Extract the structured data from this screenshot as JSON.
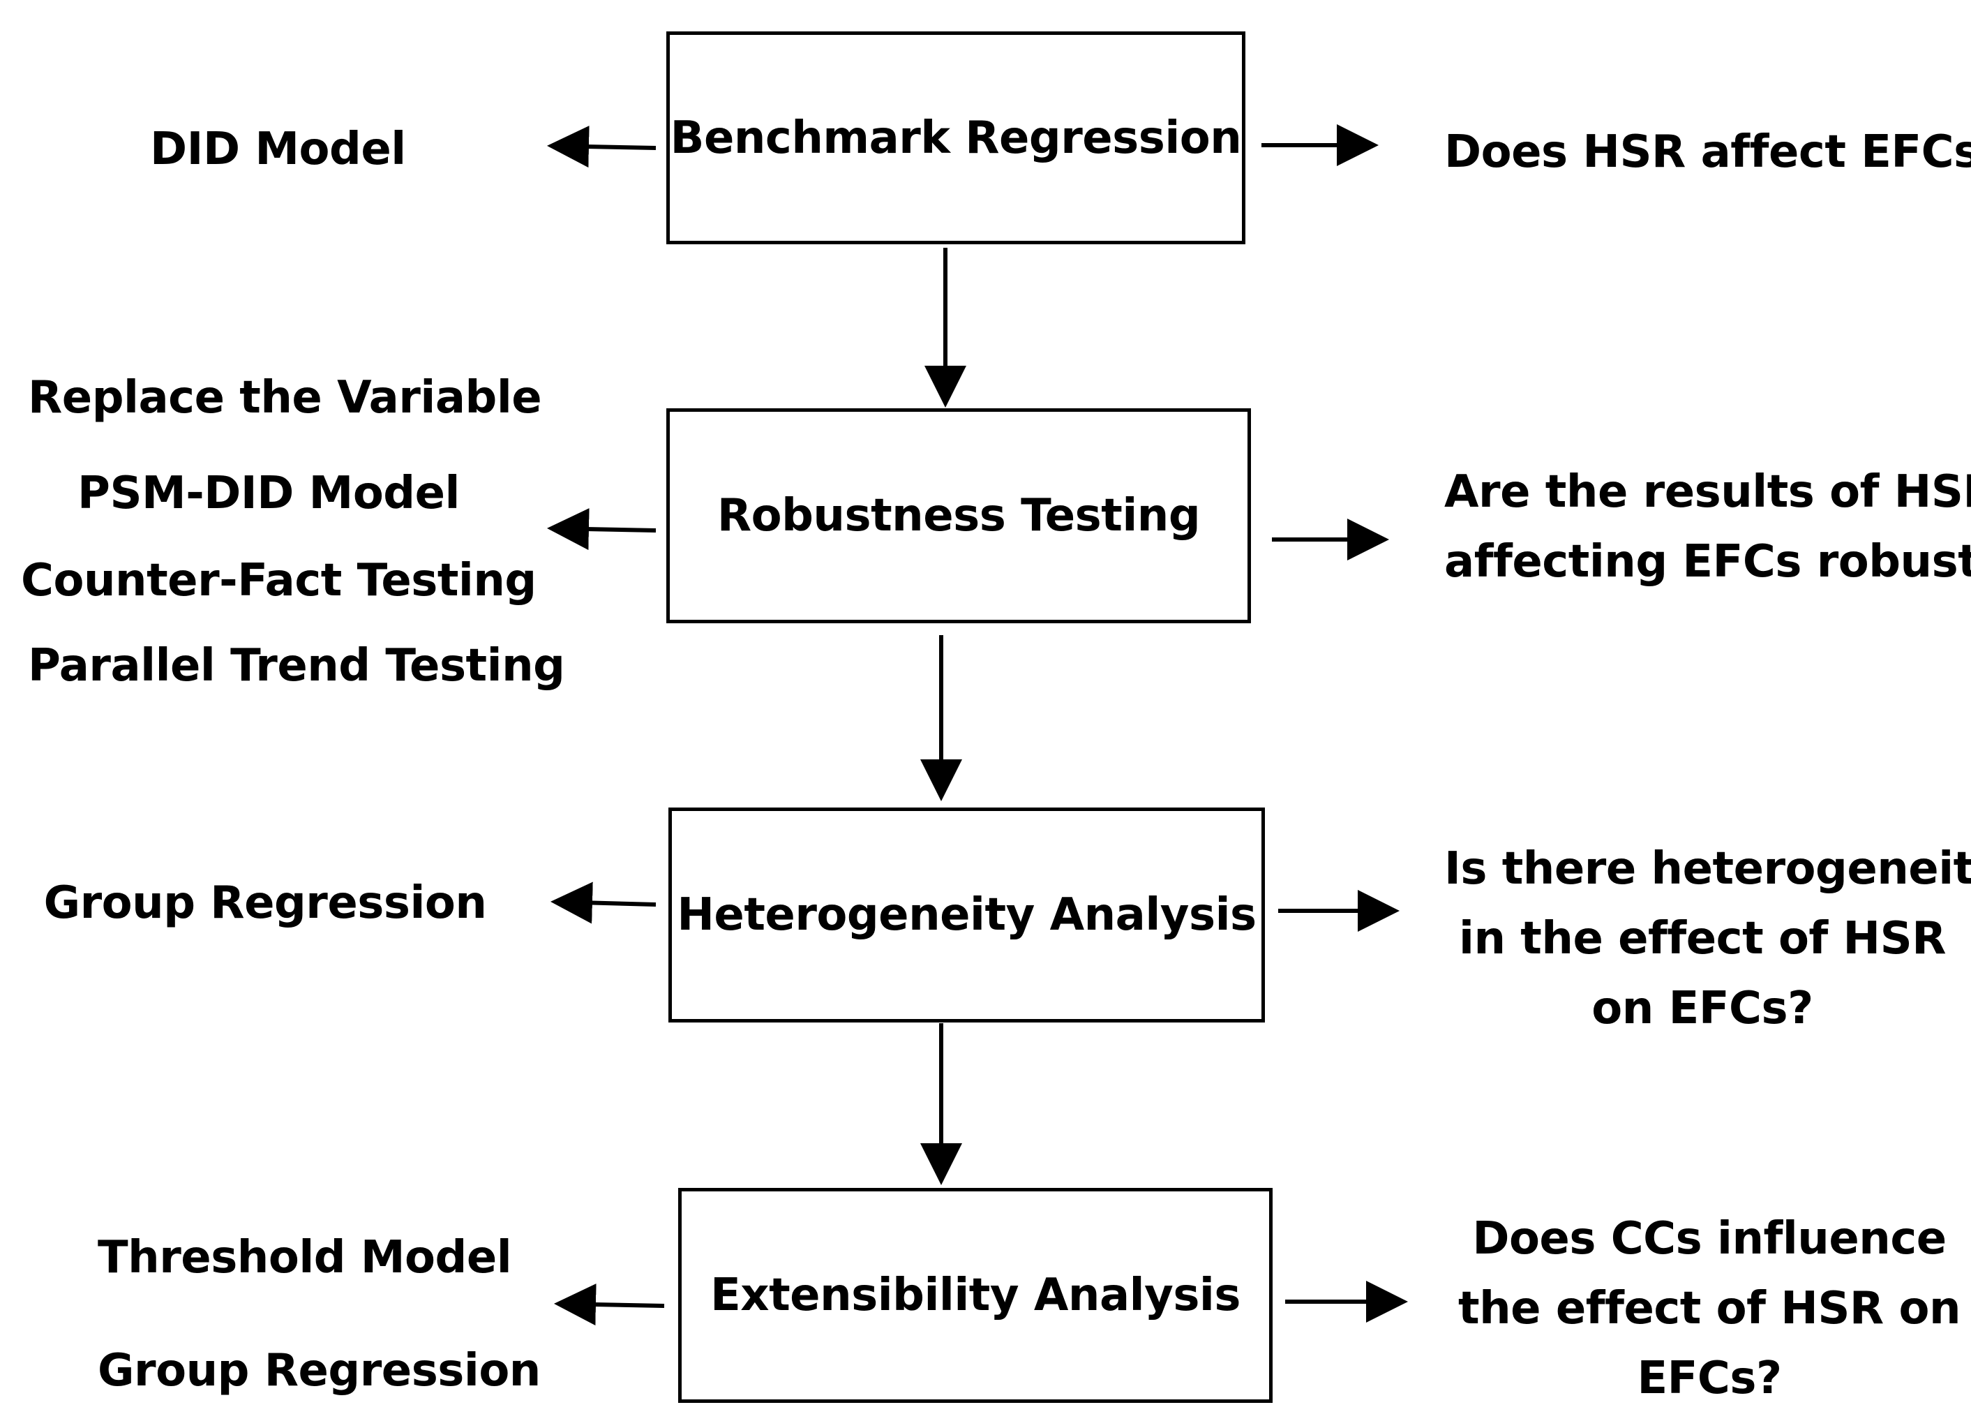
{
  "steps": [
    {
      "label": "Benchmark Regression",
      "methods": [
        "DID Model"
      ],
      "question": [
        "Does HSR affect EFCs?"
      ]
    },
    {
      "label": "Robustness Testing",
      "methods": [
        "Replace the Variable",
        "PSM-DID Model",
        "Counter-Fact Testing",
        "Parallel Trend Testing"
      ],
      "question": [
        "Are the results of HSR",
        "affecting EFCs robust?"
      ]
    },
    {
      "label": "Heterogeneity Analysis",
      "methods": [
        "Group Regression"
      ],
      "question": [
        "Is there heterogeneity",
        "in the effect of HSR",
        "on EFCs?"
      ]
    },
    {
      "label": "Extensibility Analysis",
      "methods": [
        "Threshold Model",
        "Group Regression"
      ],
      "question": [
        "Does CCs influence",
        "the effect of HSR on",
        "EFCs?"
      ]
    }
  ]
}
